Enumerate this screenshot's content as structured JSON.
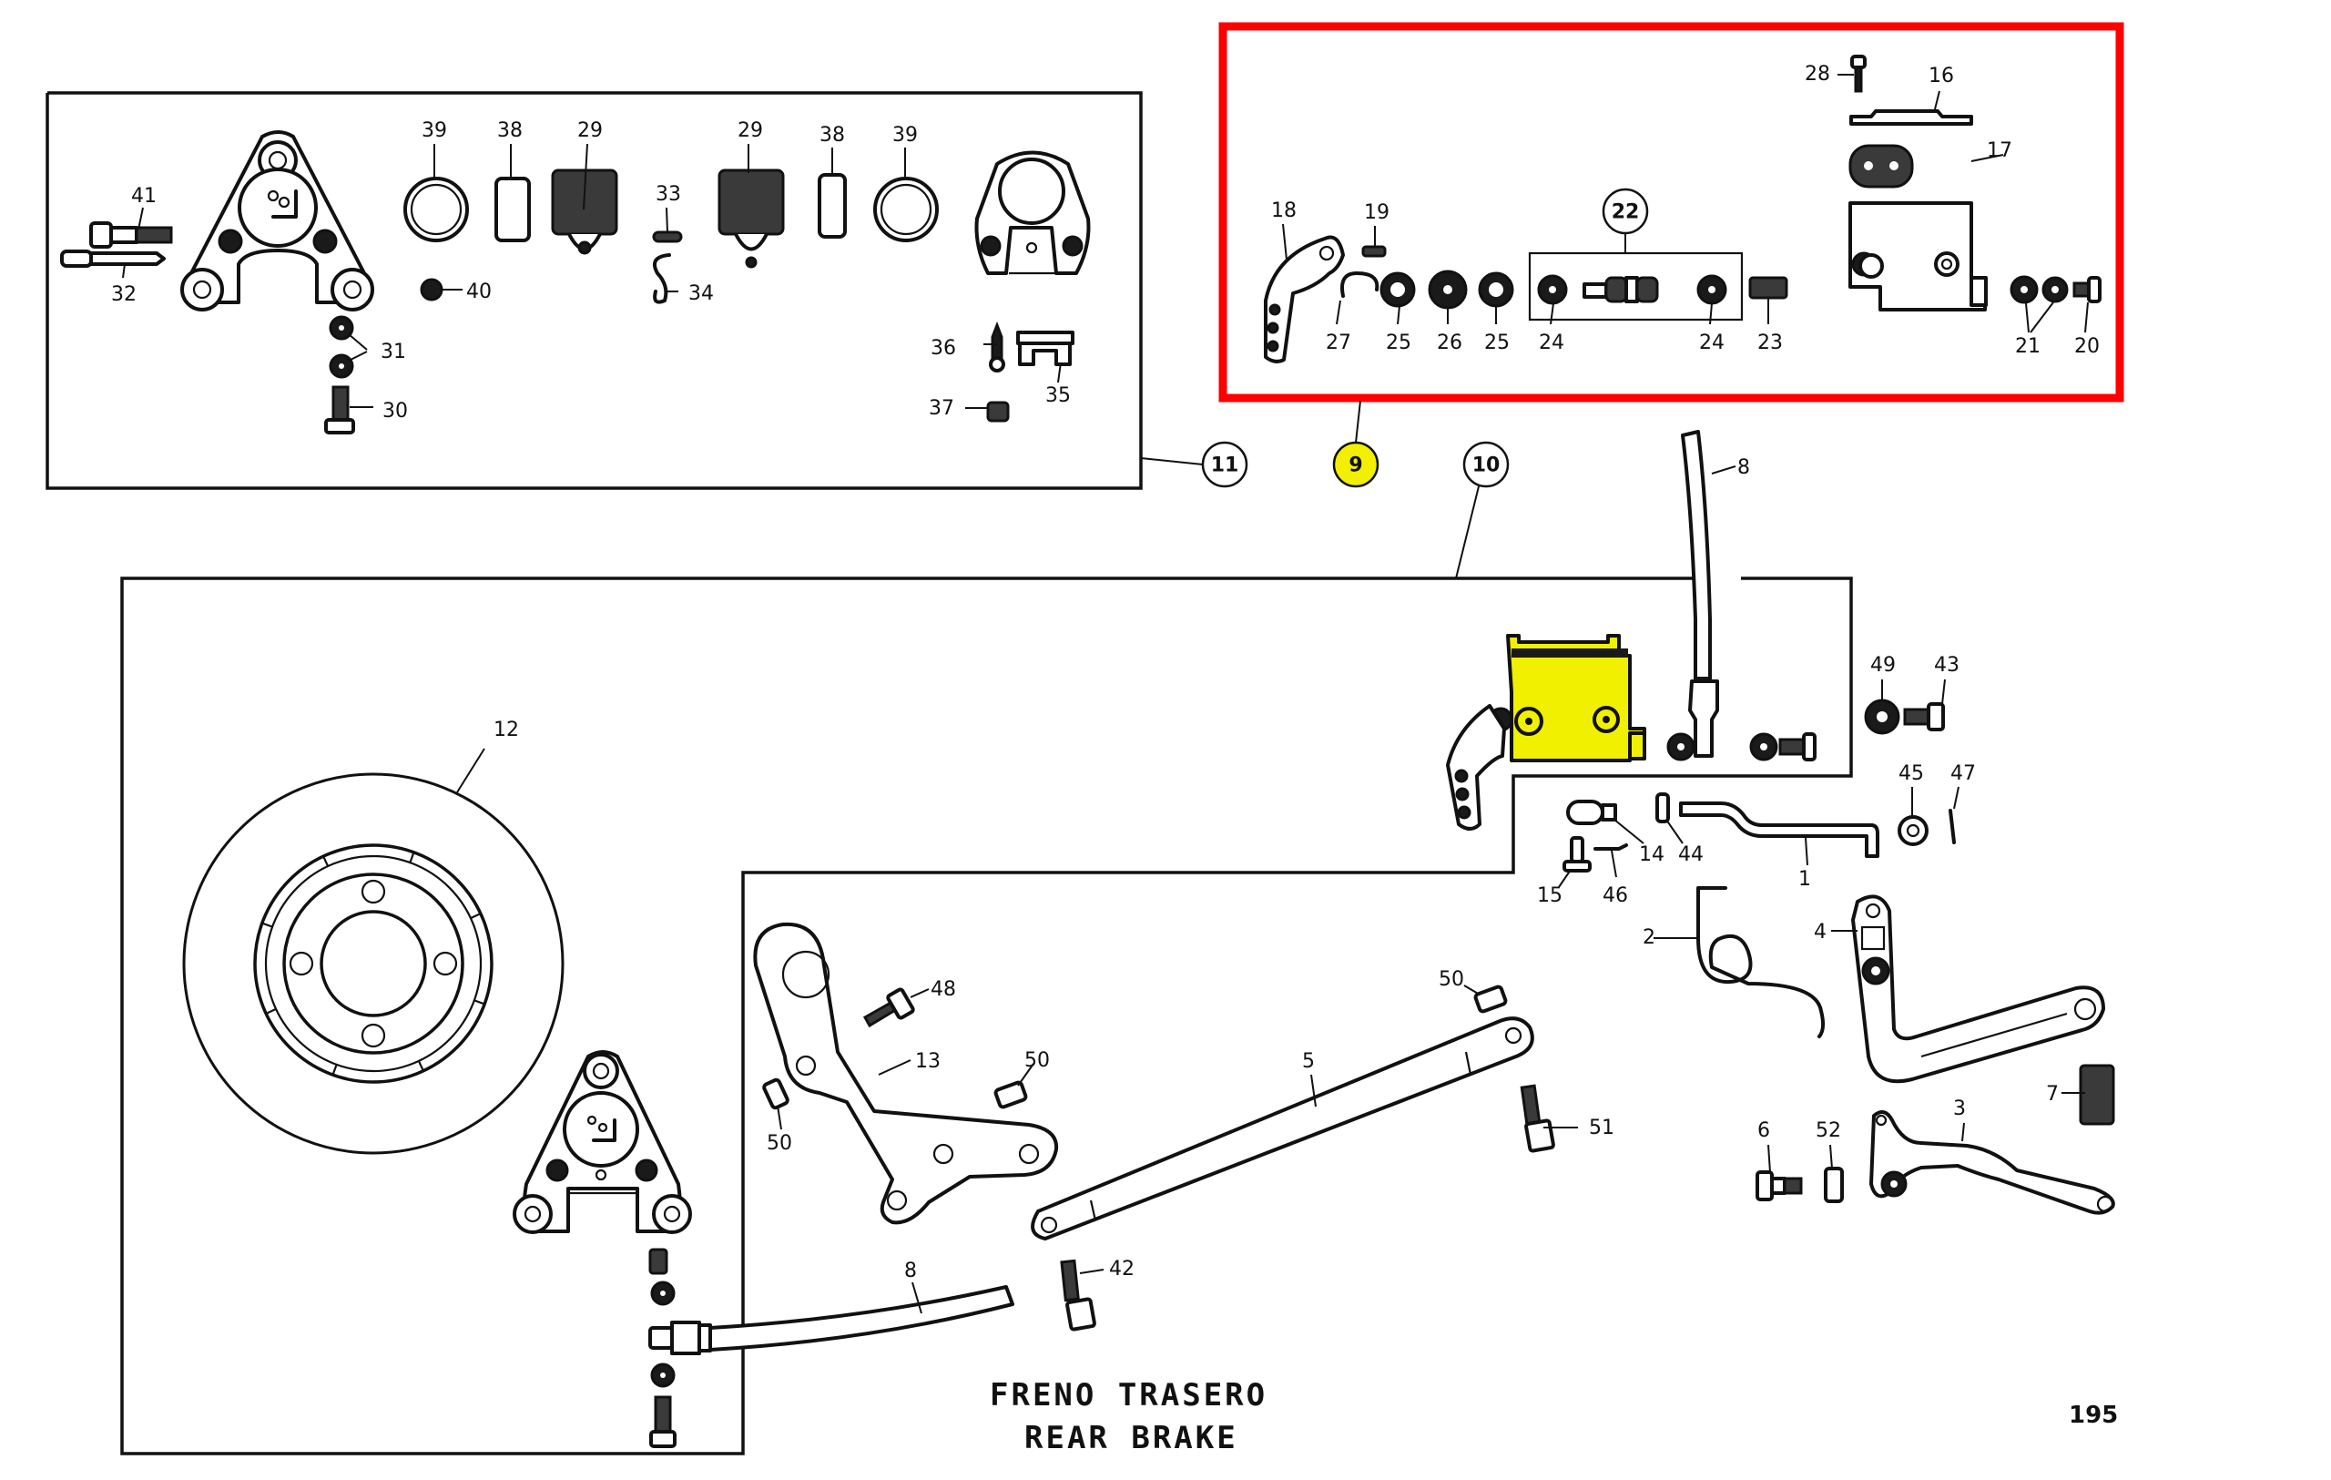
{
  "title": {
    "spanish": "FRENO TRASERO",
    "english": "REAR BRAKE"
  },
  "page_number": "195",
  "highlight": {
    "selected_callout": "9",
    "highlight_color": "#f0f000",
    "selection_box_color": "#ff0000"
  },
  "callouts": {
    "c9": "9",
    "c10": "10",
    "c11": "11",
    "c22": "22"
  },
  "labels": {
    "l1": "1",
    "l2": "2",
    "l3": "3",
    "l4": "4",
    "l5": "5",
    "l6": "6",
    "l7": "7",
    "l8a": "8",
    "l8b": "8",
    "l12": "12",
    "l13": "13",
    "l14": "14",
    "l15": "15",
    "l16": "16",
    "l17": "17",
    "l18": "18",
    "l19": "19",
    "l20": "20",
    "l21": "21",
    "l23": "23",
    "l24a": "24",
    "l24b": "24",
    "l25a": "25",
    "l25b": "25",
    "l26": "26",
    "l27": "27",
    "l28": "28",
    "l29a": "29",
    "l29b": "29",
    "l30": "30",
    "l31": "31",
    "l32": "32",
    "l33": "33",
    "l34": "34",
    "l35": "35",
    "l36": "36",
    "l37": "37",
    "l38a": "38",
    "l38b": "38",
    "l39a": "39",
    "l39b": "39",
    "l40": "40",
    "l41": "41",
    "l42": "42",
    "l43": "43",
    "l44": "44",
    "l45": "45",
    "l46": "46",
    "l47": "47",
    "l48": "48",
    "l49": "49",
    "l50a": "50",
    "l50b": "50",
    "l50c": "50",
    "l51": "51",
    "l52": "52"
  },
  "groups": {
    "caliper_kit": "11",
    "master_cylinder": "9",
    "pedal_assembly": "10",
    "piston_kit": "22"
  }
}
